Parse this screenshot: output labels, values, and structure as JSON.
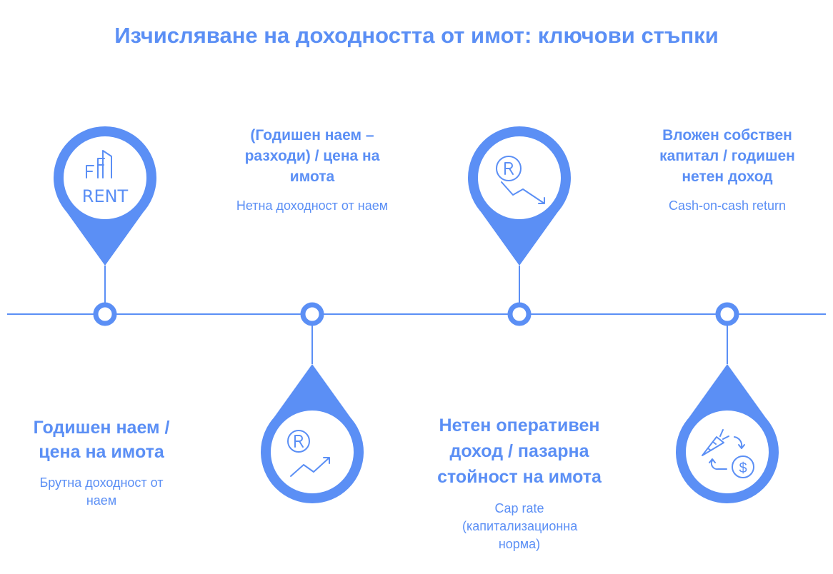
{
  "title": "Изчисляване на доходността от имот: ключови стъпки",
  "accent_color": "#5b8ff5",
  "steps": [
    {
      "formula": "Годишен наем / цена на имота",
      "name": "Брутна доходност от наем",
      "icon": "rent-building-icon"
    },
    {
      "formula": "(Годишен наем – разходи) / цена на имота",
      "name": "Нетна доходност от наем",
      "icon": "currency-growth-icon"
    },
    {
      "formula": "Нетен оперативен доход / пазарна стойност на имота",
      "name": "Cap rate (капитализационна норма)",
      "icon": "currency-decline-icon"
    },
    {
      "formula": "Вложен собствен капитал / годишен нетен доход",
      "name": "Cash-on-cash return",
      "icon": "carrot-money-exchange-icon"
    }
  ]
}
